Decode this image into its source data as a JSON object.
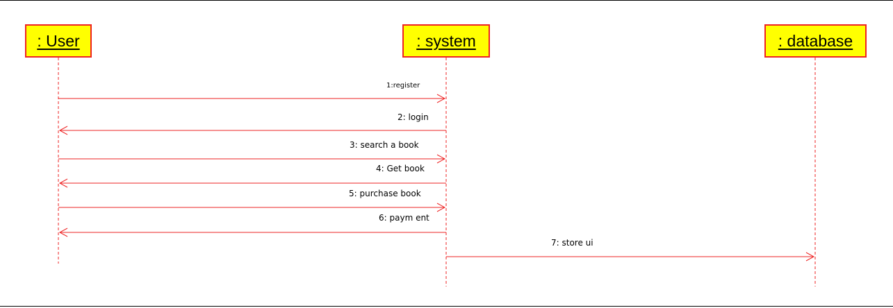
{
  "lifelines": [
    {
      "id": "user",
      "label": ": User"
    },
    {
      "id": "system",
      "label": ": system"
    },
    {
      "id": "database",
      "label": ": database"
    }
  ],
  "messages": [
    {
      "label": "1:register",
      "from": "user",
      "to": "system"
    },
    {
      "label": "2: login",
      "from": "system",
      "to": "user"
    },
    {
      "label": "3: search a book",
      "from": "user",
      "to": "system"
    },
    {
      "label": "4: Get book",
      "from": "system",
      "to": "user"
    },
    {
      "label": "5: purchase book",
      "from": "user",
      "to": "system"
    },
    {
      "label": "6: paym ent",
      "from": "system",
      "to": "user"
    },
    {
      "label": "7: store ui",
      "from": "system",
      "to": "database"
    }
  ],
  "colors": {
    "line": "#ee2222",
    "box_fill": "#ffff00",
    "text": "#000000"
  }
}
